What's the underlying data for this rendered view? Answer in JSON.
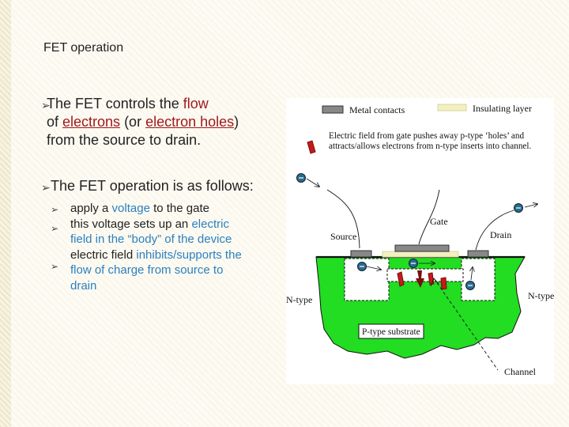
{
  "slide_title": "FET operation",
  "bullet1": {
    "text_a": "The FET controls the ",
    "flow": "flow",
    "text_b": "of ",
    "electrons": "electrons",
    "text_c": " (or ",
    "electron_holes": "electron holes",
    "text_d": ")",
    "text_e": "from the source to drain."
  },
  "bullet2": {
    "text": "The FET operation is as follows:"
  },
  "subbullets": {
    "s1_a": "apply a ",
    "s1_voltage": "voltage",
    "s1_b": " to the gate",
    "s2_a": "this voltage sets up an ",
    "s2_electric": "electric",
    "s2_b": "field in the “body” of the device",
    "s3_a": "electric field ",
    "s3_inhibits": "inhibits/supports the",
    "s3_flow": "flow of charge from source to",
    "s3_drain": "drain"
  },
  "diagram": {
    "metal_contacts": "Metal contacts",
    "insulating_layer": "Insulating layer",
    "caption_1": "Electric field from gate pushes away p-type ‘holes’ and",
    "caption_2": "attracts/allows electrons from n-type inserts into channel.",
    "gate": "Gate",
    "source": "Source",
    "drain": "Drain",
    "n_type_left": "N-type",
    "n_type_right": "N-type",
    "p_type_substrate": "P-type substrate",
    "channel": "Channel",
    "colors": {
      "substrate": "#22dd22",
      "contact": "#888888",
      "insulator": "#f3f0c0",
      "electron": "#2a6b8e",
      "hole": "#c41a1a"
    }
  },
  "icons": [
    "bullet-arrow-icon",
    "electron-icon",
    "hole-icon"
  ]
}
